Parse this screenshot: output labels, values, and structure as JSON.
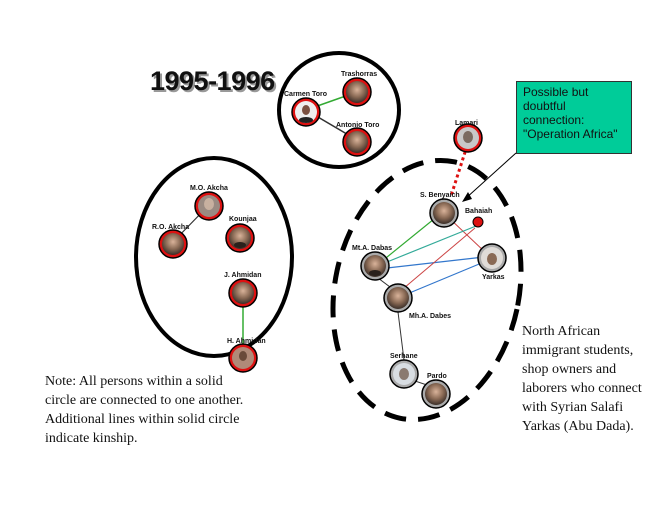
{
  "title": "1995-1996",
  "callout": {
    "text": "Possible but doubtful connection: \"Operation Africa\"",
    "color": "#00cc99"
  },
  "note": "Note: All persons within a solid circle are connected to one another. Additional lines within solid circle indicate kinship.",
  "description": "North African immigrant students, shop owners and laborers who connect with Syrian Salafi Yarkas (Abu Dada).",
  "people": {
    "carmen_toro": "Carmen Toro",
    "trashorras": "Trashorras",
    "antonio_toro": "Antonio Toro",
    "mo_akcha": "M.O. Akcha",
    "ro_akcha": "R.O. Akcha",
    "kounjaa": "Kounjaa",
    "j_ahmidan": "J. Ahmidan",
    "h_ahmidan": "H. Ahmidan",
    "lamari": "Lamari",
    "s_benyaich": "S. Benyaich",
    "bahaiah": "Bahaiah",
    "mta_dabas": "Mt.A. Dabas",
    "yarkas": "Yarkas",
    "mha_dabes": "Mh.A. Dabes",
    "serhane": "Serhane",
    "pardo": "Pardo"
  },
  "colors": {
    "kinship_line": "#33aa33",
    "dotted_link": "#dd1111",
    "node_fill": "#dd1111",
    "line_blue": "#3377cc",
    "line_red": "#cc4444",
    "line_teal": "#33aa99"
  }
}
